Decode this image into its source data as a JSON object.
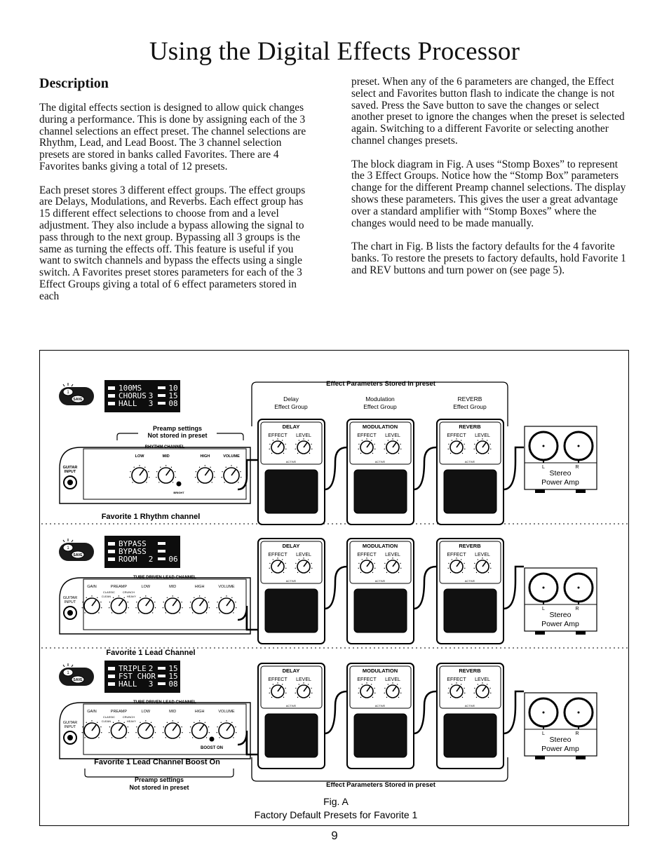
{
  "page": {
    "title": "Using the Digital Effects Processor",
    "section_heading": "Description",
    "page_number": "9"
  },
  "body": {
    "left_paragraphs": [
      "The digital effects section is designed to allow quick changes during a performance. This is done by assigning each of the 3 channel selections an effect preset. The channel selections are Rhythm, Lead, and Lead Boost. The 3 channel selection presets are stored in banks called Favorites. There are 4 Favorites banks giving a total of 12 presets.",
      "Each preset stores 3 different effect groups. The effect groups are Delays, Modulations, and Reverbs. Each effect group has 15 different effect selections to choose from and a level adjustment. They also include a bypass allowing the signal to pass through to the next group. Bypassing all 3 groups is the same as turning the effects off. This feature is useful if you want to switch channels and bypass the effects using a single switch. A Favorites preset stores parameters for each of the 3 Effect Groups giving a total of 6 effect parameters stored in each"
    ],
    "right_paragraphs": [
      "preset. When any of the 6 parameters are changed, the Effect select and Favorites button flash to indicate the change is not saved. Press the Save button to save the changes or select another preset to ignore the changes when the preset is selected again. Switching to a different Favorite or selecting another channel changes presets.",
      "The block diagram in Fig. A uses “Stomp Boxes” to represent the 3 Effect Groups. Notice how the “Stomp Box” parameters change for  the different Preamp channel selections. The display shows these parameters. This gives the user a great advantage over a standard amplifier with “Stomp Boxes” where the changes would need to be made manually.",
      "The chart in Fig. B lists the factory defaults for the 4 favorite banks. To restore the presets to factory defaults, hold Favorite 1 and REV buttons and turn power on (see page 5)."
    ]
  },
  "figure": {
    "caption_line1": "Fig. A",
    "caption_line2": "Factory Default Presets for Favorite 1",
    "top_bracket_label": "Effect Parameters Stored in preset",
    "bottom_bracket_label": "Effect Parameters Stored in preset",
    "groups": [
      {
        "line1": "Delay",
        "line2": "Effect Group"
      },
      {
        "line1": "Modulation",
        "line2": "Effect Group"
      },
      {
        "line1": "REVERB",
        "line2": "Effect Group"
      }
    ],
    "pedal_titles": [
      "DELAY",
      "MODULATION",
      "REVERB"
    ],
    "knob_label_effect": "EFFECT",
    "knob_label_level": "LEVEL",
    "active_label": "ACTIVE",
    "amp": {
      "left": "L",
      "right": "R",
      "line1": "Stereo",
      "line2": "Power Amp"
    },
    "save_label": "SAVE",
    "favorite_number": "1",
    "preamp_note_top": {
      "line1": "Preamp settings",
      "line2": "Not stored in preset"
    },
    "preamp_note_bottom": {
      "line1": "Preamp settings",
      "line2": "Not stored in preset"
    },
    "rows": [
      {
        "label": "Favorite 1 Rhythm channel",
        "lcd": [
          {
            "name": "100MS",
            "num": "",
            "level": "10"
          },
          {
            "name": "CHORUS",
            "num": "3",
            "level": "15"
          },
          {
            "name": "HALL",
            "num": "3",
            "level": "08"
          }
        ],
        "channel_title": "RHYTHM CHANNEL",
        "input_label": "GUITAR INPUT",
        "knobs": [
          "LOW",
          "MID",
          "HIGH",
          "VOLUME"
        ],
        "extra": "BRIGHT"
      },
      {
        "label": "Favorite 1 Lead Channel",
        "lcd": [
          {
            "name": "BYPASS",
            "num": "",
            "level": ""
          },
          {
            "name": "BYPASS",
            "num": "",
            "level": ""
          },
          {
            "name": "ROOM",
            "num": "2",
            "level": "06"
          }
        ],
        "channel_title": "TUBE DRIVEN LEAD CHANNEL",
        "input_label": "GUITAR INPUT",
        "knobs": [
          "GAIN",
          "PREAMP",
          "LOW",
          "MID",
          "HIGH",
          "VOLUME"
        ],
        "preamp_marks": [
          "CLASSIC",
          "CRUNCH",
          "CLEAN",
          "HEAVY"
        ],
        "extra": ""
      },
      {
        "label": "Favorite 1 Lead Channel Boost On",
        "lcd": [
          {
            "name": "TRIPLE",
            "num": "2",
            "level": "15"
          },
          {
            "name": "FST CHOR",
            "num": "",
            "level": "15"
          },
          {
            "name": "HALL",
            "num": "3",
            "level": "08"
          }
        ],
        "channel_title": "TUBE DRIVEN LEAD CHANNEL",
        "input_label": "GUITAR INPUT",
        "knobs": [
          "GAIN",
          "PREAMP",
          "LOW",
          "MID",
          "HIGH",
          "VOLUME"
        ],
        "preamp_marks": [
          "CLASSIC",
          "CRUNCH",
          "CLEAN",
          "HEAVY"
        ],
        "extra": "BOOST ON"
      }
    ]
  }
}
